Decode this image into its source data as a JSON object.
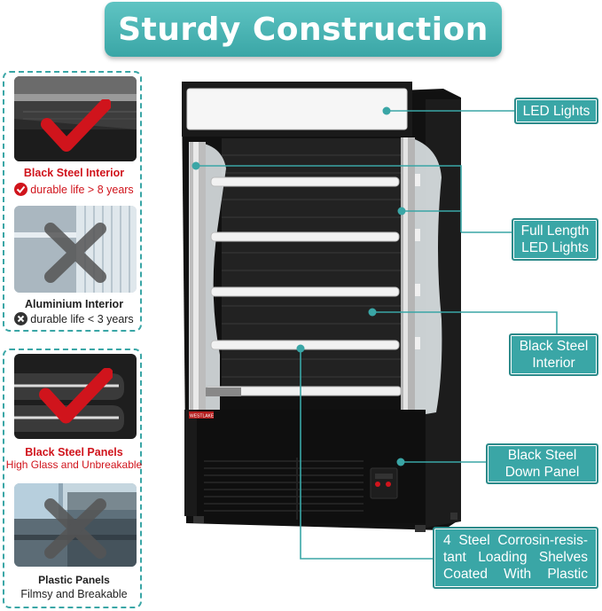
{
  "title": "Sturdy Construction",
  "comparison": {
    "good_1": {
      "title": "Black Steel Interior",
      "note": "durable life > 8 years",
      "badge_icon": "check-circle-icon"
    },
    "bad_1": {
      "title": "Aluminium Interior",
      "note": "durable life < 3 years",
      "badge_icon": "x-circle-icon"
    },
    "good_2": {
      "title": "Black Steel Panels",
      "note": "High Glass and Unbreakable"
    },
    "bad_2": {
      "title": "Plastic Panels",
      "note": "Filmsy and Breakable"
    }
  },
  "callouts": {
    "led_lights": "LED Lights",
    "full_length_1": "Full Length",
    "full_length_2": "LED Lights",
    "black_steel_interior_1": "Black Steel",
    "black_steel_interior_2": "Interior",
    "down_panel_1": "Black Steel",
    "down_panel_2": "Down Panel",
    "shelves_1": "4 Steel Corrosin-resis-",
    "shelves_2": "tant Loading Shelves",
    "shelves_3": "Coated With Plastic"
  },
  "product": {
    "brand_plate": "WESTLAKE"
  },
  "colors": {
    "accent": "#3aa6a6",
    "good": "#d0141c",
    "bad": "#333333",
    "cabinet": "#111111"
  }
}
